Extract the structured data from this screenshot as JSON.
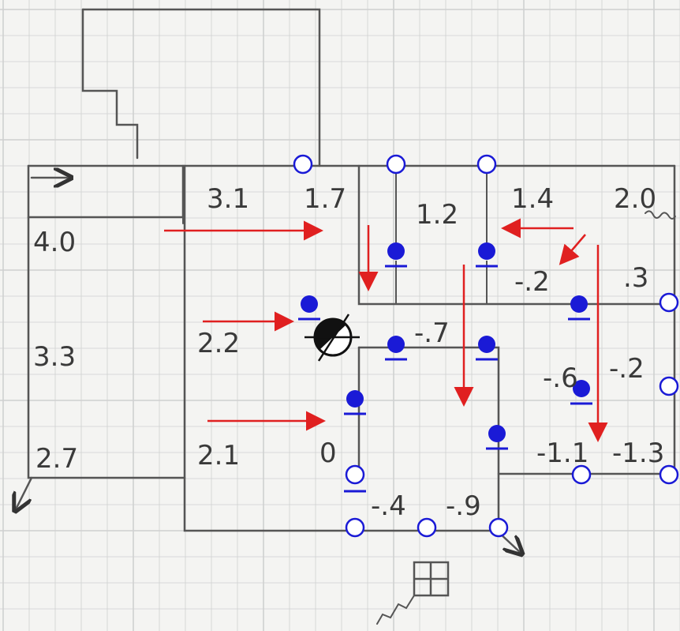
{
  "labels": {
    "l_3_1": "3.1",
    "l_1_7": "1.7",
    "l_1_2": "1.2",
    "l_1_4": "1.4",
    "l_2_0": "2.0",
    "l_4_0": "4.0",
    "l_neg2": "-.2",
    "l_3": ".3",
    "l_3_3": "3.3",
    "l_2_2": "2.2",
    "l_neg7": "-.7",
    "l_neg6": "-.6",
    "l_neg2b": "-.2",
    "l_2_7": "2.7",
    "l_2_1": "2.1",
    "l_0": "0",
    "l_neg1_1": "-1.1",
    "l_neg1_3": "-1.3",
    "l_neg4": "-.4",
    "l_neg9": "-.9"
  },
  "colors": {
    "wall": "#555555",
    "grid": "#cfd0d0",
    "arrow_red": "#e02020",
    "node_blue": "#1a1ad6",
    "node_fill": "#ffffff",
    "text": "#3a3a3a"
  },
  "icons": {
    "open_node": "open-circle-node-icon",
    "filled_node": "filled-node-with-underline-icon",
    "fan_symbol": "half-filled-circle-fan-icon",
    "stairs": "stair-step-icon",
    "window": "window-grid-icon"
  }
}
